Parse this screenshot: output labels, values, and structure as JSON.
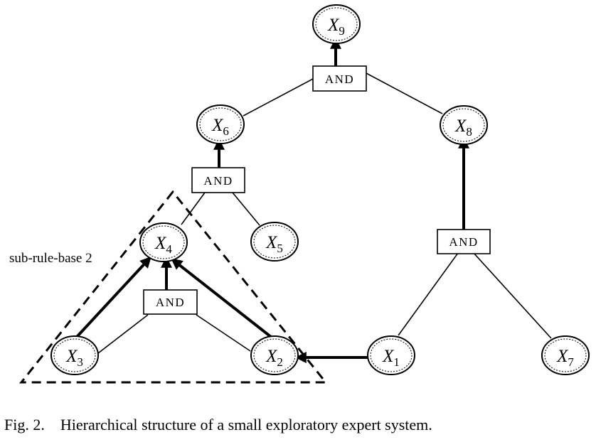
{
  "diagram": {
    "nodes": [
      {
        "id": "X9",
        "var": "X",
        "sub": "9"
      },
      {
        "id": "X6",
        "var": "X",
        "sub": "6"
      },
      {
        "id": "X8",
        "var": "X",
        "sub": "8"
      },
      {
        "id": "X4",
        "var": "X",
        "sub": "4"
      },
      {
        "id": "X5",
        "var": "X",
        "sub": "5"
      },
      {
        "id": "X3",
        "var": "X",
        "sub": "3"
      },
      {
        "id": "X2",
        "var": "X",
        "sub": "2"
      },
      {
        "id": "X1",
        "var": "X",
        "sub": "1"
      },
      {
        "id": "X7",
        "var": "X",
        "sub": "7"
      }
    ],
    "gates": [
      {
        "id": "and-top",
        "label": "AND",
        "inputs": [
          "X6",
          "X8"
        ],
        "output": "X9"
      },
      {
        "id": "and-x6",
        "label": "AND",
        "inputs": [
          "X4",
          "X5"
        ],
        "output": "X6"
      },
      {
        "id": "and-x8",
        "label": "AND",
        "inputs": [
          "X1",
          "X7"
        ],
        "output": "X8"
      },
      {
        "id": "and-x4",
        "label": "AND",
        "inputs": [
          "X3",
          "X2"
        ],
        "output": "X4"
      }
    ],
    "direct_arrows": [
      {
        "from": "X3",
        "to": "X4"
      },
      {
        "from": "X2",
        "to": "X4"
      },
      {
        "from": "X1",
        "to": "X2"
      }
    ],
    "sub_rule_base_label": "sub-rule-base 2"
  },
  "caption": "Fig. 2.    Hierarchical structure of a small exploratory expert system."
}
